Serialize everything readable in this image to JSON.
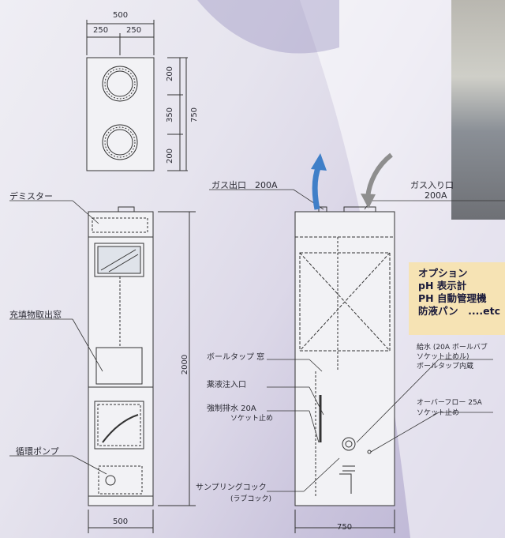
{
  "dims": {
    "top_width": "500",
    "top_half_left": "250",
    "top_half_right": "250",
    "top_seg_1": "200",
    "top_seg_2": "350",
    "top_seg_3": "200",
    "top_total": "750",
    "height": "2000",
    "front_width": "500",
    "side_width": "750"
  },
  "labels": {
    "demister": "デミスター",
    "solids_window": "充填物取出窓",
    "circ_pump": "循環ポンプ",
    "gas_out": "ガス出口　200A",
    "gas_in_1": "ガス入り口",
    "gas_in_2": "200A",
    "ball_tap_window": "ボールタップ 窓",
    "chemical_inlet": "薬液注入口",
    "forced_drain_1": "強制排水 20A",
    "forced_drain_2": "ソケット止め",
    "sampling_1": "サンプリングコック",
    "sampling_2": "(ラブコック)",
    "water_supply_1": "給水 (20A ボールバブ",
    "water_supply_2": "ソケット止めル)",
    "water_supply_3": "ボールタップ内蔵",
    "overflow_1": "オーバーフロー 25A",
    "overflow_2": "ソケット止め"
  },
  "options": {
    "title": "オプション",
    "items": [
      "pH 表示計",
      "PH 自動管理機",
      "防液パン　....etc"
    ]
  },
  "colors": {
    "gas_out_arrow": "#3f7fc8",
    "gas_in_arrow": "#8e8e8e",
    "options_bg": "#f6e3b4"
  }
}
